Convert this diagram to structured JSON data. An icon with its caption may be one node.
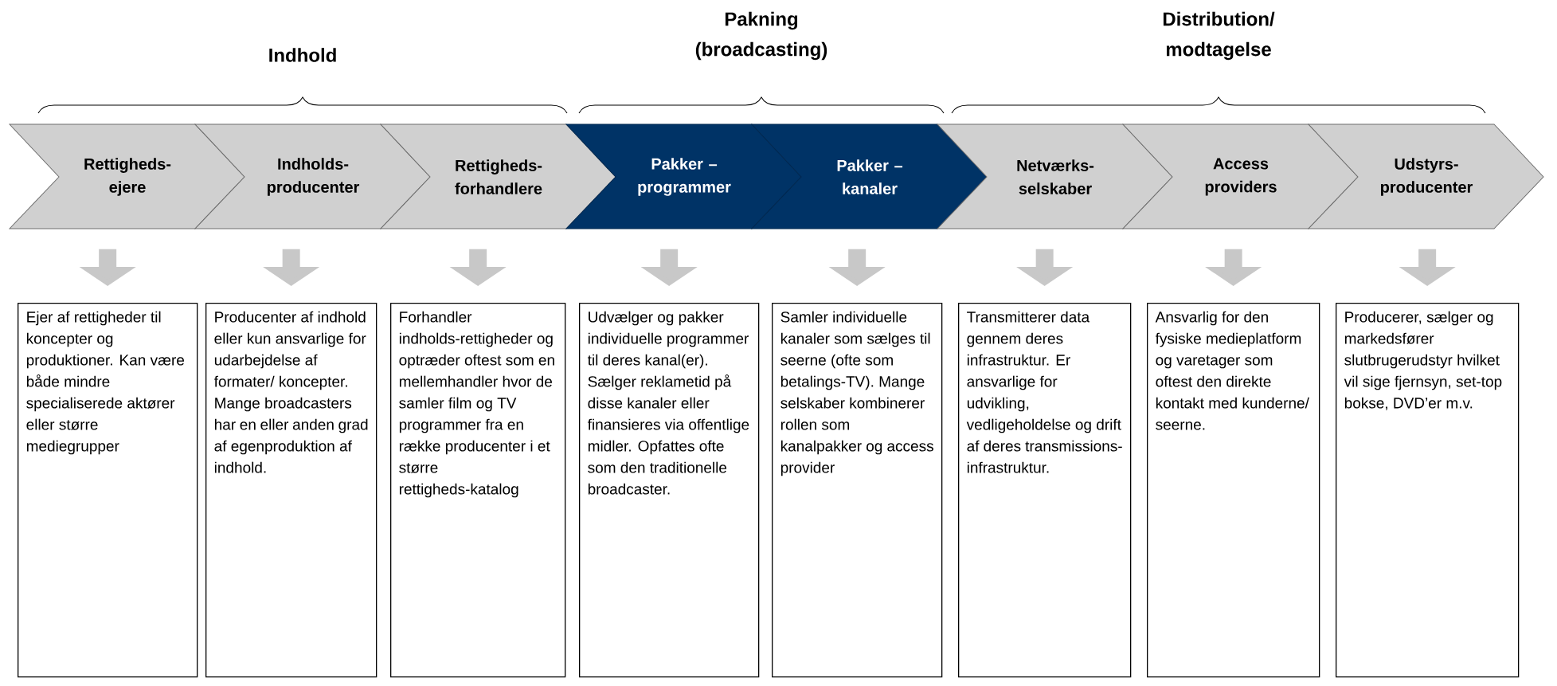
{
  "diagram": {
    "nodes": [
      {
        "text": [
          "Rettigheds-ejere"
        ]
      },
      {
        "text": [
          "Indholds-producenter"
        ]
      },
      {
        "text": [
          "Rettigheds-forhandlere"
        ]
      },
      {
        "text": [
          "Pakker – programmer"
        ]
      },
      {
        "text": [
          "Pakker – kanaler"
        ]
      },
      {
        "text": [
          "Netværks-selskaber"
        ]
      },
      {
        "text": [
          "Access providers"
        ]
      },
      {
        "text": [
          "Udstyrs-producenter"
        ]
      },
      {
        "text": [
          "Ejer af rettigheder til koncepter og produktioner. Kan være både mindre specialiserede aktører eller større mediegrupper"
        ]
      },
      {
        "text": [
          "Producenter af indhold eller kun ansvarlige for udarbejdelse af formater/ koncepter. Mange broadcasters har en eller anden grad af egenproduktion af indhold."
        ]
      },
      {
        "text": [
          "Forhandler indholds-rettigheder og optræder oftest som en mellemhandler hvor de samler film og TV programmer fra en række producenter i et større rettigheds-katalog"
        ]
      },
      {
        "text": [
          "Udvælger og pakker individuelle programmer til deres kanal(er). Sælger reklametid på disse kanaler eller finansieres via offentlige midler. Opfattes ofte som den traditionelle broadcaster."
        ]
      },
      {
        "text": [
          "Samler individuelle kanaler som sælges til seerne (ofte som betalings-TV). Mange selskaber kombinerer rollen som kanalpakker og access provider"
        ]
      },
      {
        "text": [
          "Transmitterer data gennem deres infrastruktur. Er ansvarlige for udvikling, vedligeholdelse og drift af deres transmissions-infrastruktur."
        ]
      },
      {
        "text": [
          "Ansvarlig for den fysiske medieplatform og varetager som oftest den direkte kontakt med kunderne/ seerne."
        ]
      },
      {
        "text": [
          "Producerer, sælger og markedsfører slutbrugerudstyr hvilket vil sige fjernsyn, set-top bokse, DVD’er m.v."
        ]
      }
    ],
    "edges": [
      {
        "from": 0,
        "to": 8,
        "arrow": "to"
      },
      {
        "from": 1,
        "to": 9,
        "arrow": "to"
      },
      {
        "from": 2,
        "to": 10,
        "arrow": "to"
      },
      {
        "from": 3,
        "to": 11,
        "arrow": "to"
      },
      {
        "from": 4,
        "to": 12,
        "arrow": "to"
      },
      {
        "from": 5,
        "to": 13,
        "arrow": "to"
      },
      {
        "from": 6,
        "to": 14,
        "arrow": "to"
      },
      {
        "from": 7,
        "to": 15,
        "arrow": "to"
      }
    ],
    "labels": [
      "Indhold",
      "Pakning (broadcasting)",
      "Distribution/ modtagelse"
    ]
  }
}
